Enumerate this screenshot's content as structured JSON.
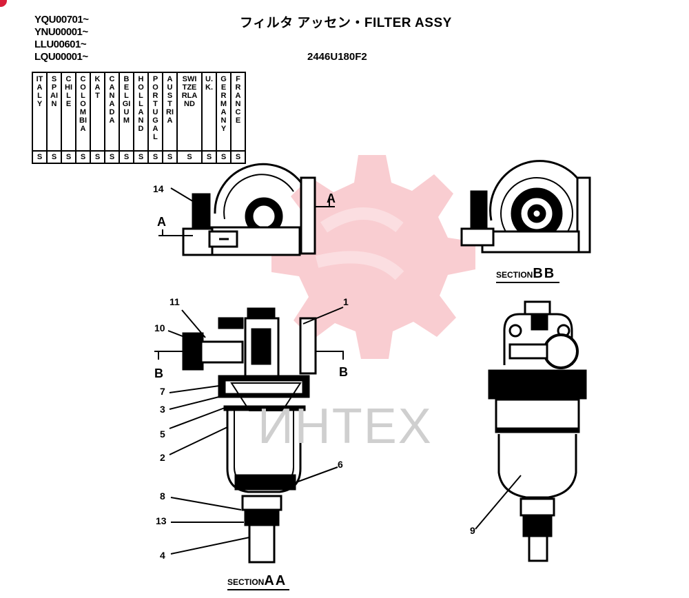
{
  "header": {
    "serial_ranges": [
      "YQU00701~",
      "YNU00001~",
      "LLU00601~",
      "LQU00001~"
    ],
    "title": "フィルタ アッセン・FILTER ASSY",
    "part_number": "2446U180F2"
  },
  "country_table": {
    "countries": [
      "ITALY",
      "SPAIN",
      "CHILE",
      "COLOMBIA",
      "KAT",
      "CANADA",
      "BELGIUM",
      "HOLLAND",
      "PORTUGAL",
      "AUSTRIA",
      "SWITZERLAND",
      "U.K.",
      "GERMANY",
      "FRANCE"
    ],
    "marks": [
      "S",
      "S",
      "S",
      "S",
      "S",
      "S",
      "S",
      "S",
      "S",
      "S",
      "S",
      "S",
      "S",
      "S"
    ]
  },
  "section_labels": {
    "bb_small": "SECTION",
    "bb_big": "BB",
    "aa_small": "SECTION",
    "aa_big": "AA"
  },
  "section_markers": {
    "a_left": "A",
    "a_right": "A",
    "b_left": "B",
    "b_right": "B"
  },
  "callouts": {
    "c1": "1",
    "c2": "2",
    "c3": "3",
    "c4": "4",
    "c5": "5",
    "c6": "6",
    "c7": "7",
    "c8": "8",
    "c9": "9",
    "c10": "10",
    "c11": "11",
    "c13": "13",
    "c14": "14"
  },
  "watermark": {
    "text": "ИНТЕХ",
    "color": "#e63946"
  }
}
